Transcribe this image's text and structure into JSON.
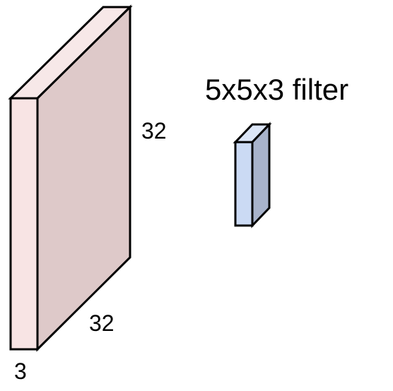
{
  "labels": {
    "filter_title": "5x5x3 filter",
    "input_height": "32",
    "input_width": "32",
    "input_depth": "3"
  },
  "colors": {
    "input_front": "#F8E4E4",
    "input_side": "#DEC9C9",
    "input_top": "#F7E8E8",
    "filter_front": "#CBDAF4",
    "filter_side": "#A8B3CB",
    "filter_top": "#DCE6F7",
    "stroke": "#000000"
  }
}
